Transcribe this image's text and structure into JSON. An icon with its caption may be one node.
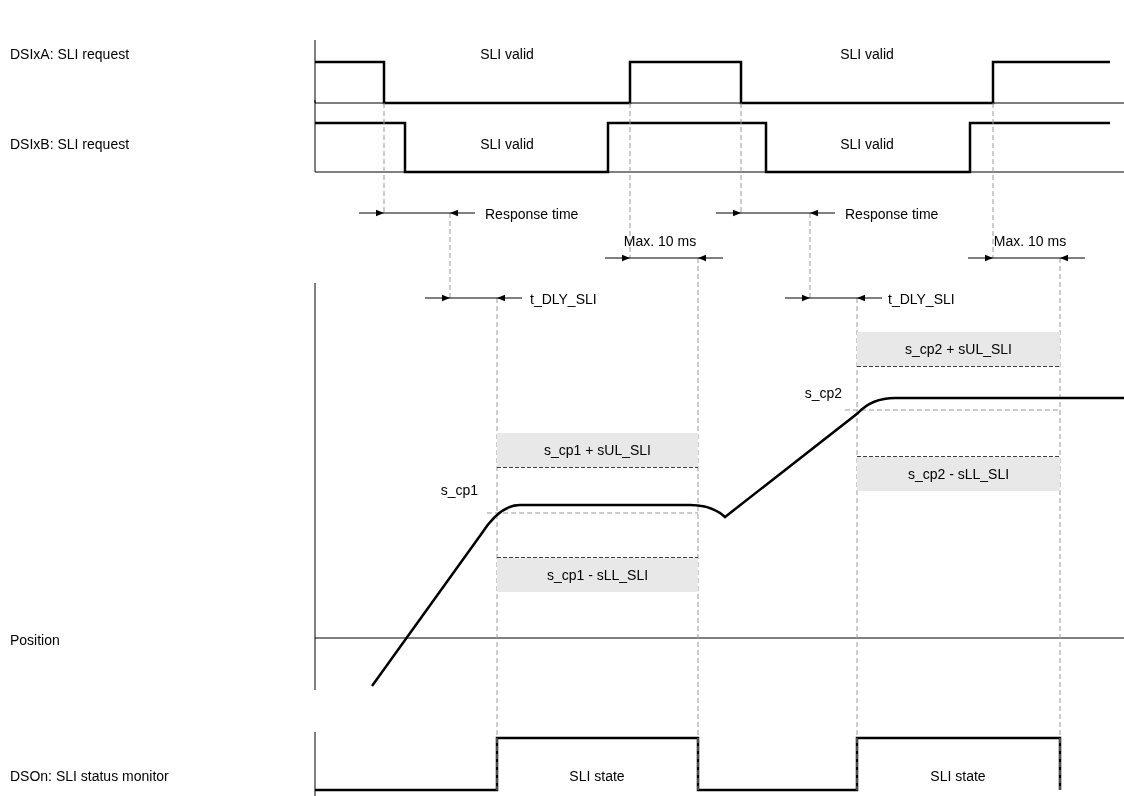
{
  "diagram": {
    "labels": [
      "DSIxA: SLI request",
      "SLI valid",
      "SLI valid",
      "DSIxB: SLI request",
      "SLI valid",
      "SLI valid",
      "Response time",
      "Response time",
      "Max. 10 ms",
      "Max. 10 ms",
      "t_DLY_SLI",
      "t_DLY_SLI",
      "s_cp2 + sUL_SLI",
      "s_cp2",
      "s_cp1 + sUL_SLI",
      "s_cp2 - sLL_SLI",
      "s_cp1",
      "s_cp1 - sLL_SLI",
      "Position",
      "DSOn: SLI status monitor",
      "SLI state",
      "SLI state"
    ]
  }
}
